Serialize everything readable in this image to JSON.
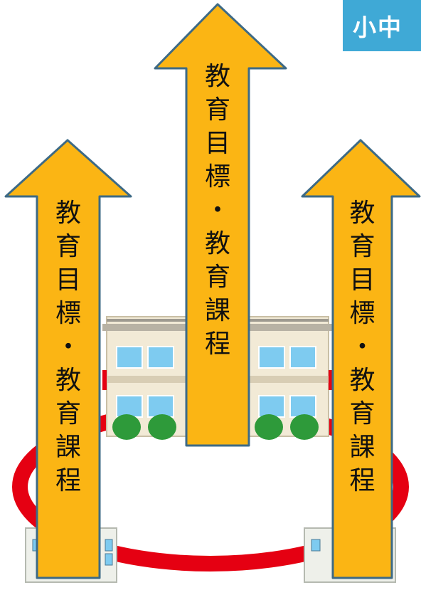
{
  "badge": {
    "label": "小中"
  },
  "arrows": [
    {
      "chars": [
        "教",
        "育",
        "目",
        "標",
        "・",
        "教",
        "育",
        "課",
        "程"
      ]
    },
    {
      "chars": [
        "教",
        "育",
        "目",
        "標",
        "・",
        "教",
        "育",
        "課",
        "程"
      ]
    },
    {
      "chars": [
        "教",
        "育",
        "目",
        "標",
        "・",
        "教",
        "育",
        "課",
        "程"
      ]
    }
  ],
  "colors": {
    "arrow_fill": "#fbb514",
    "arrow_stroke": "#3d6a86",
    "ring": "#e50012",
    "badge": "#3fa9d6",
    "building_wall": "#f2ead6",
    "window": "#7ecbf0",
    "shrub": "#2e9a3a"
  }
}
